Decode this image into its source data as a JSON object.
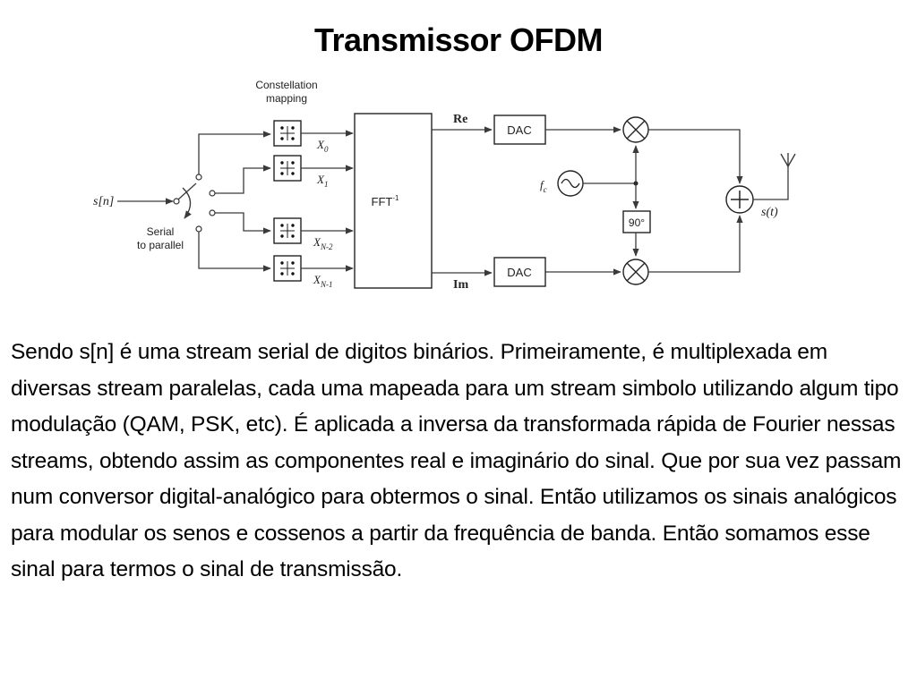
{
  "title": "Transmissor OFDM",
  "diagram": {
    "constellation_label_1": "Constellation",
    "constellation_label_2": "mapping",
    "input_label": "s[n]",
    "serial_label_1": "Serial",
    "serial_label_2": "to parallel",
    "x0": "X",
    "x0_sub": "0",
    "x1": "X",
    "x1_sub": "1",
    "xn2": "X",
    "xn2_sub": "N-2",
    "xn1": "X",
    "xn1_sub": "N-1",
    "fft_label": "FFT",
    "fft_sup": "-1",
    "re_label": "Re",
    "im_label": "Im",
    "dac_top": "DAC",
    "dac_bottom": "DAC",
    "fc_label": "f",
    "fc_sub": "c",
    "phase_label": "90°",
    "output_label": "s(t)"
  },
  "body_text": "Sendo s[n] é uma stream serial de digitos binários. Primeiramente, é multiplexada em diversas stream paralelas, cada uma mapeada para um stream simbolo utilizando algum tipo modulação (QAM, PSK, etc). É aplicada a inversa da transformada rápida de Fourier nessas streams, obtendo assim as componentes real e imaginário do sinal. Que por sua vez passam num conversor digital-analógico para obtermos o sinal. Então utilizamos os sinais analógicos para modular os senos e cossenos a partir da frequência de banda. Então somamos esse sinal para termos o sinal de transmissão."
}
